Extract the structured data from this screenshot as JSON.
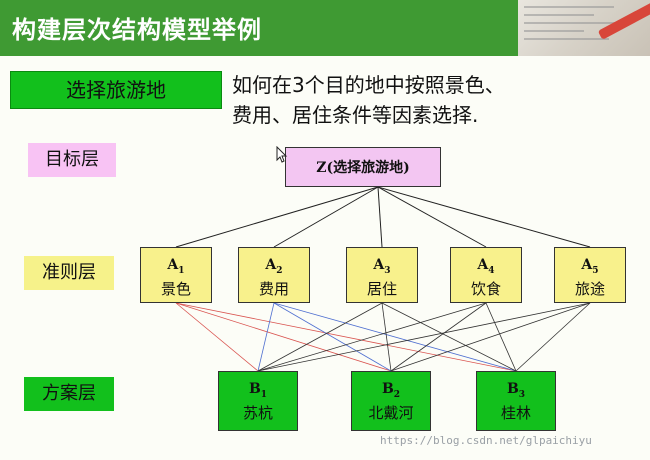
{
  "slide": {
    "title": "构建层次结构模型举例",
    "topic_label": "选择旅游地",
    "description_line1": "如何在3个目的地中按照景色、",
    "description_line2": "费用、居住条件等因素选择."
  },
  "layers": {
    "goal_label": "目标层",
    "criteria_label": "准则层",
    "alternatives_label": "方案层"
  },
  "goal": {
    "text": "Z(选择旅游地)"
  },
  "criteria": [
    {
      "letter": "A",
      "index": "1",
      "name": "景色"
    },
    {
      "letter": "A",
      "index": "2",
      "name": "费用"
    },
    {
      "letter": "A",
      "index": "3",
      "name": "居住"
    },
    {
      "letter": "A",
      "index": "4",
      "name": "饮食"
    },
    {
      "letter": "A",
      "index": "5",
      "name": "旅途"
    }
  ],
  "alternatives": [
    {
      "letter": "B",
      "index": "1",
      "name": "苏杭"
    },
    {
      "letter": "B",
      "index": "2",
      "name": "北戴河"
    },
    {
      "letter": "B",
      "index": "3",
      "name": "桂林"
    }
  ],
  "link_colors": {
    "goal": "#222222",
    "from_criteria": [
      "#d9534f",
      "#4f6fd0",
      "#333333",
      "#333333",
      "#333333"
    ]
  },
  "watermark": "https://blog.csdn.net/glpaichiyu"
}
